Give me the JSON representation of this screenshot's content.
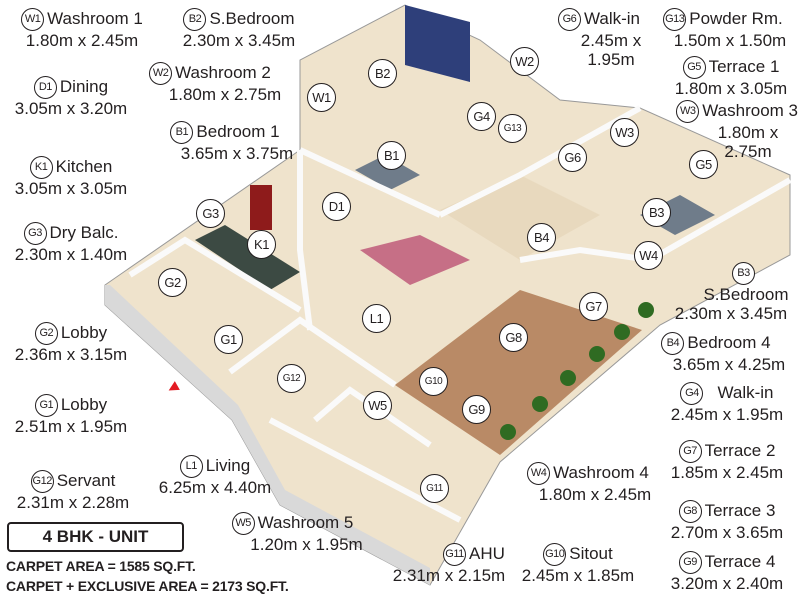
{
  "legend": [
    {
      "code": "W1",
      "name": "Washroom 1",
      "dims": "1.80m x 2.45m"
    },
    {
      "code": "B2",
      "name": "S.Bedroom",
      "dims": "2.30m x 3.45m"
    },
    {
      "code": "D1",
      "name": "Dining",
      "dims": "3.05m x 3.20m"
    },
    {
      "code": "W2",
      "name": "Washroom 2",
      "dims": "1.80m x 2.75m"
    },
    {
      "code": "B1",
      "name": "Bedroom 1",
      "dims": "3.65m x 3.75m"
    },
    {
      "code": "K1",
      "name": "Kitchen",
      "dims": "3.05m x 3.05m"
    },
    {
      "code": "G3",
      "name": "Dry Balc.",
      "dims": "2.30m x 1.40m"
    },
    {
      "code": "G2",
      "name": "Lobby",
      "dims": "2.36m x 3.15m"
    },
    {
      "code": "G1",
      "name": "Lobby",
      "dims": "2.51m x 1.95m"
    },
    {
      "code": "G12",
      "name": "Servant",
      "dims": "2.31m x 2.28m"
    },
    {
      "code": "L1",
      "name": "Living",
      "dims": "6.25m x 4.40m"
    },
    {
      "code": "W5",
      "name": "Washroom 5",
      "dims": "1.20m x 1.95m"
    },
    {
      "code": "G11",
      "name": "AHU",
      "dims": "2.31m x 2.15m"
    },
    {
      "code": "G10",
      "name": "Sitout",
      "dims": "2.45m x 1.85m"
    },
    {
      "code": "W4",
      "name": "Washroom 4",
      "dims": "1.80m x 2.45m"
    },
    {
      "code": "G6",
      "name": "Walk-in",
      "dims": "2.45m x 1.95m"
    },
    {
      "code": "G13",
      "name": "Powder Rm.",
      "dims": "1.50m x 1.50m"
    },
    {
      "code": "G5",
      "name": "Terrace 1",
      "dims": "1.80m x 3.05m"
    },
    {
      "code": "W3",
      "name": "Washroom 3",
      "dims": "1.80m x 2.75m"
    },
    {
      "code": "B3",
      "name": "S.Bedroom",
      "dims": "2.30m x 3.45m"
    },
    {
      "code": "B4",
      "name": "Bedroom 4",
      "dims": "3.65m x 4.25m"
    },
    {
      "code": "G4",
      "name": "Walk-in",
      "dims": "2.45m x 1.95m"
    },
    {
      "code": "G7",
      "name": "Terrace 2",
      "dims": "1.85m x 2.45m"
    },
    {
      "code": "G8",
      "name": "Terrace 3",
      "dims": "2.70m x 3.65m"
    },
    {
      "code": "G9",
      "name": "Terrace 4",
      "dims": "3.20m x 2.40m"
    }
  ],
  "markers": [
    "W1",
    "B2",
    "W2",
    "G4",
    "G13",
    "W3",
    "G6",
    "G5",
    "B1",
    "D1",
    "G3",
    "K1",
    "B3",
    "B4",
    "W4",
    "G2",
    "G7",
    "L1",
    "G8",
    "G1",
    "G12",
    "G10",
    "W5",
    "G9",
    "G11"
  ],
  "unit": {
    "title": "4 BHK - UNIT",
    "carpet_area": "CARPET AREA = 1585 SQ.FT.",
    "exclusive_area": "CARPET + EXCLUSIVE AREA = 2173 SQ.FT."
  },
  "colors": {
    "accent_wall": "#2e3f7a",
    "floor": "#efe3cc",
    "terrace": "#b98a66",
    "entry_arrow": "#e31b23"
  }
}
